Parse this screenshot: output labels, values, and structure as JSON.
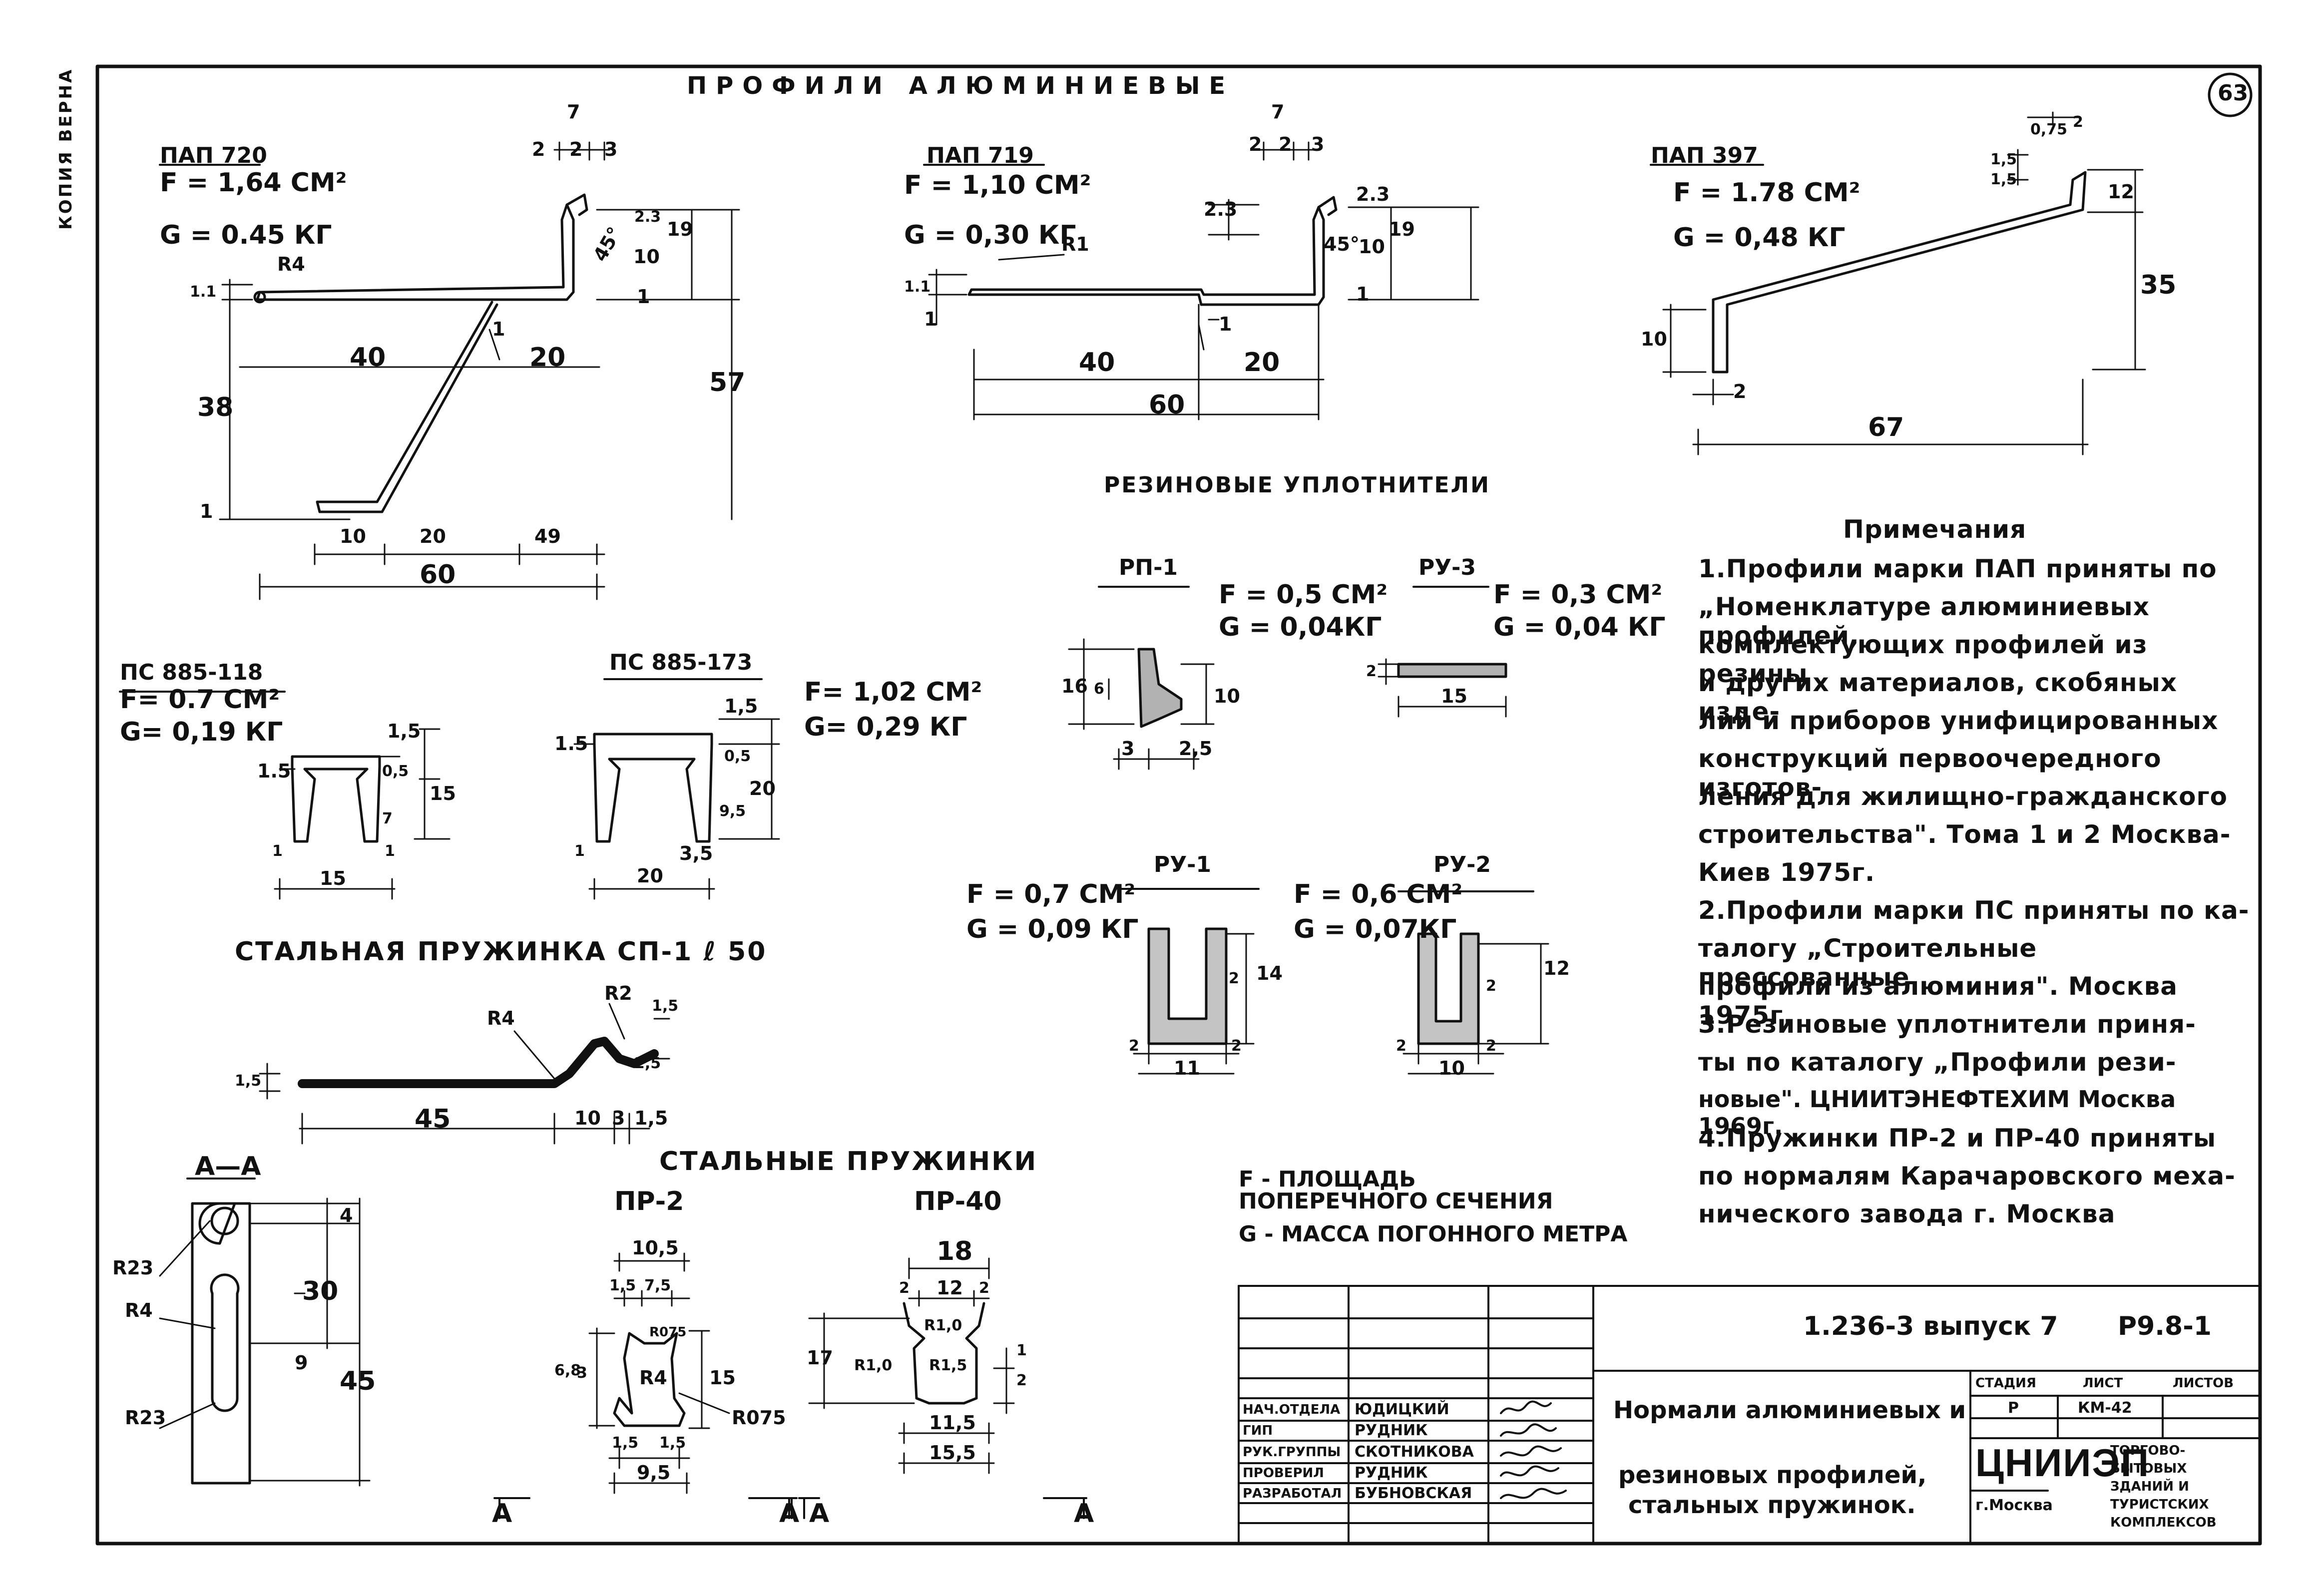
{
  "side_label": "КОПИЯ ВЕРНА",
  "header": {
    "title": "ПРОФИЛИ   АЛЮМИНИЕВЫЕ",
    "page_number": "63"
  },
  "pap720": {
    "name": "ПАП 720",
    "area": "F = 1,64 CM²",
    "mass": "G = 0.45 КГ",
    "dims": [
      "7",
      "2",
      "2",
      "3",
      "R4",
      "45°",
      "2.3",
      "10",
      "19",
      "1",
      "1.1",
      "40",
      "20",
      "38",
      "57",
      "1",
      "10",
      "20",
      "49",
      "60",
      "1"
    ]
  },
  "pap719": {
    "name": "ПАП 719",
    "area": "F = 1,10 CM²",
    "mass": "G = 0,30 КГ",
    "dims": [
      "7",
      "2",
      "2",
      "3",
      "R1",
      "2.3",
      "45°",
      "2.3",
      "10",
      "19",
      "1",
      "1.1",
      "1",
      "40",
      "20",
      "60",
      "1"
    ]
  },
  "pap397": {
    "name": "ПАП 397",
    "area": "F = 1.78 CM²",
    "mass": "G = 0,48 КГ",
    "dims": [
      "0,75",
      "2",
      "1,5",
      "1,5",
      "12",
      "35",
      "10",
      "2",
      "67"
    ]
  },
  "rubber_title": "РЕЗИНОВЫЕ УПЛОТНИТЕЛИ",
  "ps885118": {
    "name": "ПС 885-118",
    "area": "F= 0.7 CM²",
    "mass": "G= 0,19 КГ",
    "dims": [
      "1.5",
      "1,5",
      "0,5",
      "7",
      "15",
      "1",
      "1",
      "15"
    ]
  },
  "ps885173": {
    "name": "ПС 885-173",
    "area": "F= 1,02 CM²",
    "mass": "G= 0,29 КГ",
    "dims": [
      "1,5",
      "1.5",
      "0,5",
      "20",
      "9,5",
      "1",
      "20",
      "3,5"
    ]
  },
  "rp1": {
    "name": "РП-1",
    "area": "F = 0,5 CM²",
    "mass": "G = 0,04КГ",
    "dims": [
      "16",
      "6",
      "10",
      "3",
      "2,5"
    ]
  },
  "ru3": {
    "name": "РУ-3",
    "area": "F = 0,3 CM²",
    "mass": "G = 0,04 КГ",
    "dims": [
      "2",
      "15"
    ]
  },
  "ru1": {
    "name": "РУ-1",
    "area": "F = 0,7 CM²",
    "mass": "G = 0,09 КГ",
    "dims": [
      "2",
      "14",
      "2",
      "2",
      "11"
    ]
  },
  "ru2": {
    "name": "РУ-2",
    "area": "F = 0,6 CM²",
    "mass": "G = 0,07КГ",
    "dims": [
      "2",
      "12",
      "2",
      "2",
      "10"
    ]
  },
  "spring_sp1": {
    "title": "СТАЛЬНАЯ ПРУЖИНКА СП-1 ℓ 50",
    "dims": [
      "R4",
      "R2",
      "1,5",
      "1,5",
      "2,5",
      "45",
      "10",
      "3",
      "1,5"
    ]
  },
  "section_aa": {
    "title": "А—А",
    "dims": [
      "R23",
      "R4",
      "R23",
      "4",
      "30",
      "9",
      "45"
    ],
    "cut_marks": [
      "А",
      "А"
    ]
  },
  "steel_springs": {
    "title": "СТАЛЬНЫЕ ПРУЖИНКИ",
    "pr2": {
      "name": "ПР-2",
      "dims": [
        "10,5",
        "1,5",
        "7,5",
        "R075",
        "6,8",
        "3",
        "R4",
        "15",
        "R075",
        "1,5",
        "1,5",
        "9,5"
      ]
    },
    "pr40": {
      "name": "ПР-40",
      "dims": [
        "18",
        "2",
        "12",
        "2",
        "R1,0",
        "17",
        "R1,0",
        "R1,5",
        "1",
        "2",
        "11,5",
        "15,5"
      ]
    },
    "cut_marks": [
      "А",
      "А"
    ]
  },
  "legend": {
    "f": "F - ПЛОЩАДЬ ПОПЕРЕЧНОГО СЕЧЕНИЯ",
    "g": "G - МАССА ПОГОННОГО МЕТРА"
  },
  "notes": {
    "heading": "Примечания",
    "lines": [
      "1.Профили марки ПАП приняты по",
      "„Номенклатуре алюминиевых профилей,",
      "комплектующих профилей из резины",
      "и других материалов, скобяных изде-",
      "лий и приборов унифицированных",
      "конструкций первоочередного изготов-",
      "ления для жилищно-гражданского",
      "строительства\". Тома 1 и 2 Москва-",
      "Киев 1975г.",
      "2.Профили марки ПС приняты по ка-",
      "талогу „Строительные прессованные",
      "профили из алюминия\". Москва 1975г.",
      "3.Резиновые уплотнители приня-",
      "ты по каталогу „Профили рези-",
      "новые\". ЦНИИТЭНЕФТЕХИМ Москва 1969г.",
      "4.Пружинки ПР-2 и ПР-40 приняты",
      "по нормалям Карачаровского меха-",
      "нического завода г. Москва"
    ]
  },
  "title_block": {
    "doc_code": "1.236-3 выпуск 7",
    "sheet_code": "Р9.8-1",
    "roles": [
      "НАЧ.ОТДЕЛА",
      "ГИП",
      "РУК.ГРУППЫ",
      "ПРОВЕРИЛ",
      "РАЗРАБОТАЛ"
    ],
    "names": [
      "ЮДИЦКИЙ",
      "РУДНИК",
      "СКОТНИКОВА",
      "РУДНИК",
      "БУБНОВСКАЯ"
    ],
    "title_lines": [
      "Нормали алюминиевых и",
      "резиновых профилей,",
      "стальных пружинок."
    ],
    "stage_header": "СТАДИЯ",
    "sheet_header": "ЛИСТ",
    "sheets_header": "ЛИСТОВ",
    "stage": "Р",
    "sheet": "КМ-42",
    "org_logo": "ЦНИИЭП",
    "org_city": "г.Москва",
    "org_lines": [
      "ТОРГОВО-",
      "БЫТОВЫХ",
      "ЗДАНИЙ И",
      "ТУРИСТСКИХ",
      "КОМПЛЕКСОВ"
    ]
  }
}
